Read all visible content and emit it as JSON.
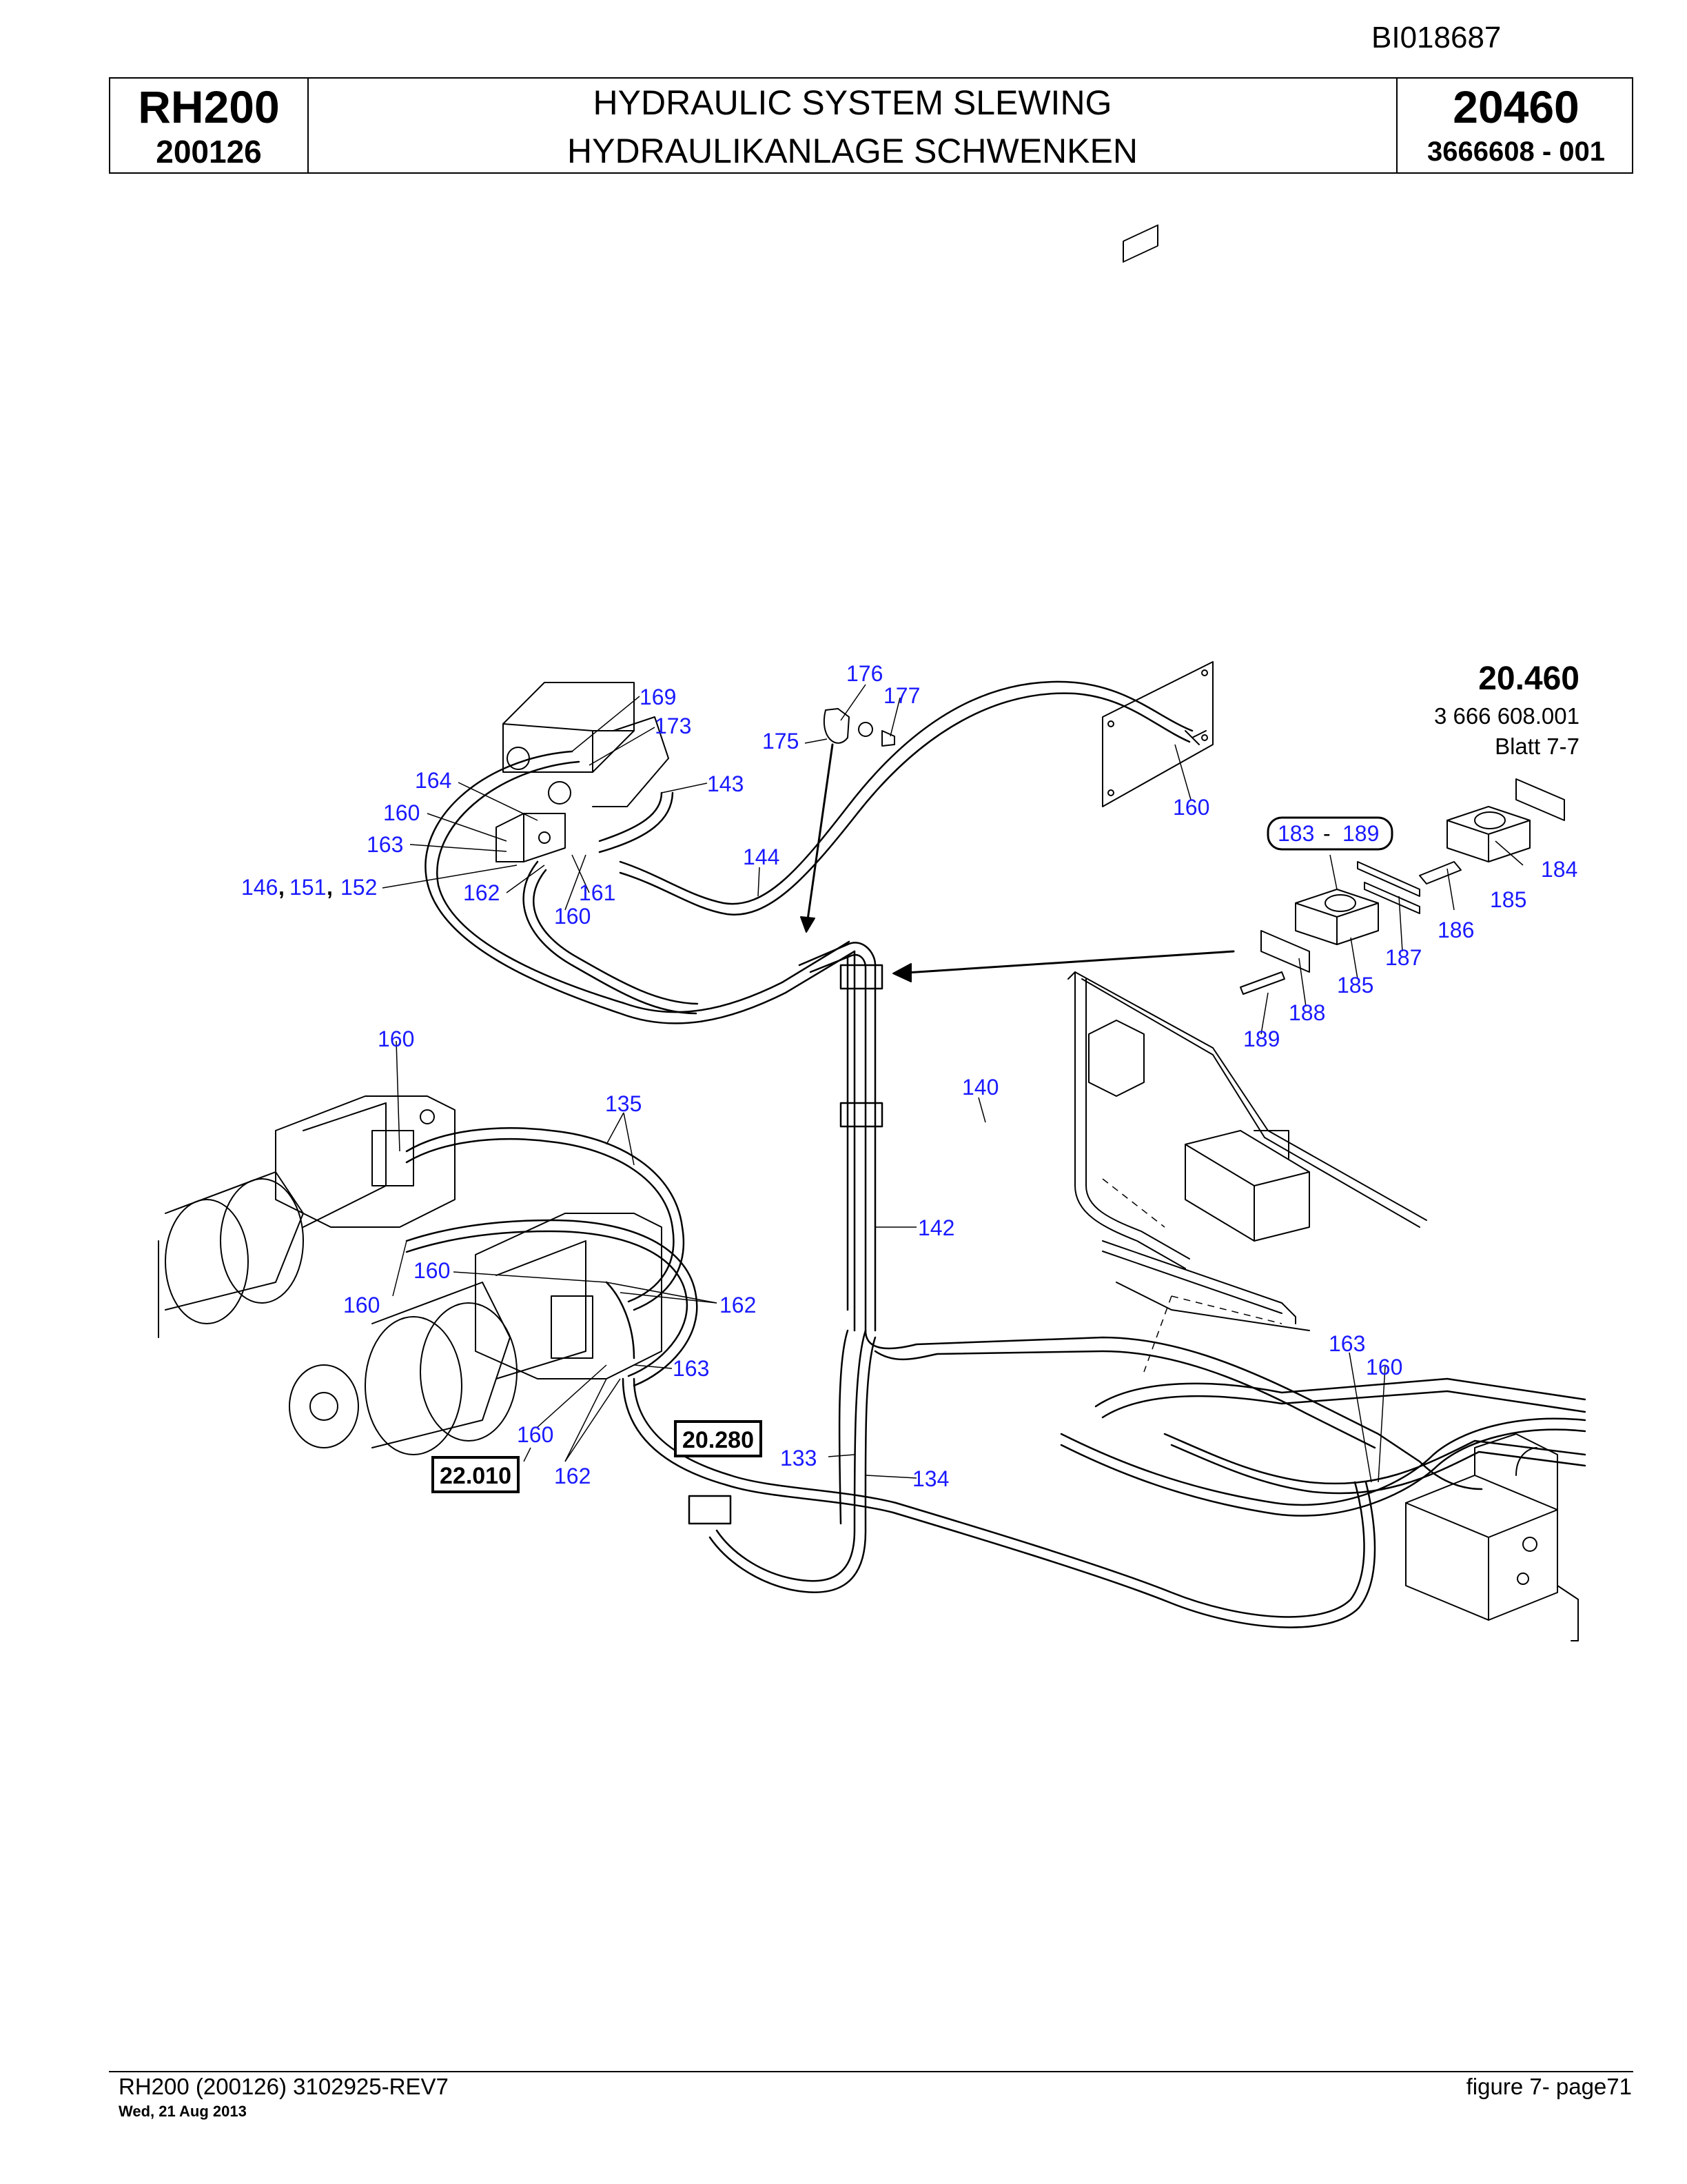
{
  "document_id": "BI018687",
  "header": {
    "model": "RH200",
    "serial": "200126",
    "title_en": "HYDRAULIC SYSTEM SLEWING",
    "title_de": "HYDRAULIKANLAGE SCHWENKEN",
    "page_number": "20460",
    "part_number": "3666608  - 001"
  },
  "reference_block": {
    "number": "20.460",
    "part": "3 666 608.001",
    "sheet": "Blatt 7-7"
  },
  "callouts": {
    "c169": "169",
    "c173": "173",
    "c164": "164",
    "c160a": "160",
    "c163a": "163",
    "c146": "146",
    "c151": "151",
    "c152": "152",
    "comma1": ",",
    "comma2": ",",
    "c162a": "162",
    "c161": "161",
    "c160b": "160",
    "c143": "143",
    "c144": "144",
    "c175": "175",
    "c176": "176",
    "c177": "177",
    "c160c": "160",
    "c183": "183",
    "dash": "-",
    "c189a": "189",
    "c184": "184",
    "c185a": "185",
    "c186": "186",
    "c187": "187",
    "c185b": "185",
    "c188": "188",
    "c189b": "189",
    "c160d": "160",
    "c135": "135",
    "c140": "140",
    "c142": "142",
    "c160e": "160",
    "c160f": "160",
    "c162b": "162",
    "c163b": "163",
    "c160g": "160",
    "c162c": "162",
    "c133": "133",
    "c134": "134",
    "c163c": "163",
    "c160h": "160"
  },
  "references": {
    "r22010": "22.010",
    "r20280": "20.280"
  },
  "footer": {
    "left": "RH200 (200126) 3102925-REV7",
    "date": "Wed, 21 Aug 2013",
    "right": "figure  7- page71"
  }
}
